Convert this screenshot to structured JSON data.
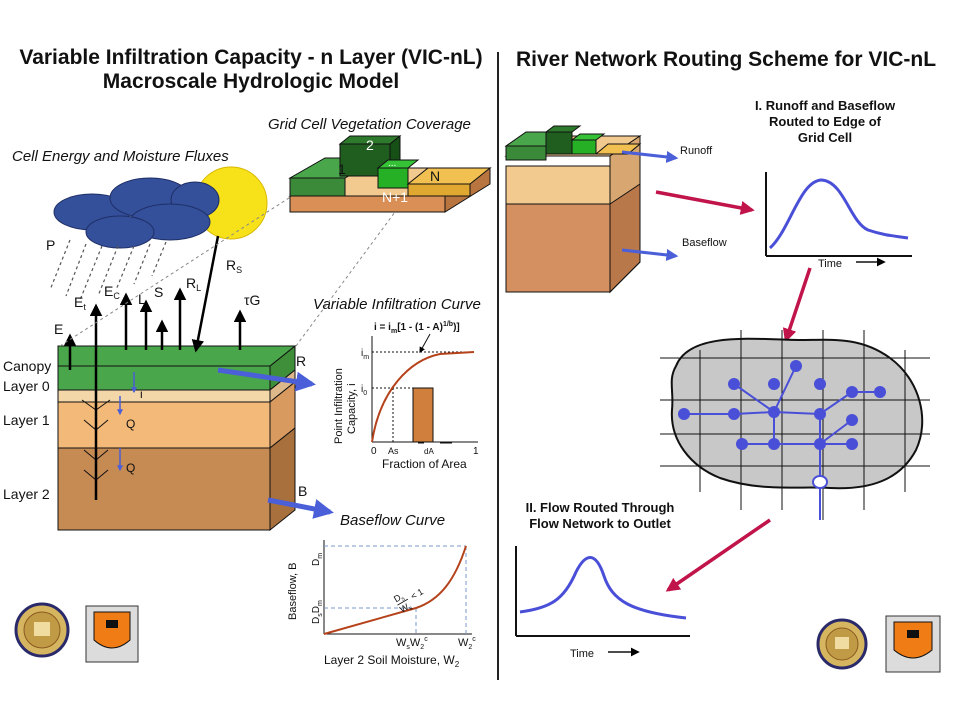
{
  "left_title": {
    "line1": "Variable Infiltration Capacity - n Layer (VIC-nL)",
    "line2": "Macroscale Hydrologic Model"
  },
  "right_title": "River Network Routing Scheme for VIC-nL",
  "left_panel": {
    "fluxes_heading": "Cell Energy and Moisture Fluxes",
    "vegetation_heading": "Grid Cell Vegetation Coverage",
    "vegetation_labels": {
      "tile_1": "1",
      "tile_2": "2",
      "tile_dots": "...",
      "tile_n": "N",
      "tile_n1": "N+1"
    },
    "flux_labels": {
      "precip": "P",
      "ec": "E",
      "ec_sub": "C",
      "et": "E",
      "et_sub": "t",
      "e": "E",
      "l": "L",
      "s": "S",
      "rl": "R",
      "rl_sub": "L",
      "rs": "R",
      "rs_sub": "S",
      "tg": "τG",
      "r": "R",
      "b": "B",
      "i": "i",
      "q1": "Q",
      "q2": "Q"
    },
    "layer_labels": [
      "Canopy",
      "Layer 0",
      "Layer 1",
      "Layer 2"
    ],
    "infiltration": {
      "heading": "Variable Infiltration Curve",
      "formula_a": "i = i",
      "formula_sub": "m",
      "formula_b": "[1 - (1 - A)",
      "formula_sup": "1/b",
      "formula_c": ")]",
      "y_label_1": "Point Infiltration",
      "y_label_2": "Capacity, i",
      "y_tick_im": "i",
      "y_tick_im_sub": "m",
      "y_tick_i0": "i",
      "y_tick_i0_sub": "0",
      "x_tick_0": "0",
      "x_tick_as": "As",
      "x_tick_da": "dA",
      "x_tick_1": "1",
      "x_label": "Fraction of Area"
    },
    "baseflow": {
      "heading": "Baseflow Curve",
      "y_label": "Baseflow, B",
      "dm": "D",
      "dm_sub": "m",
      "dsdm": "D",
      "dsdm_s": "s",
      "dsdm_d": "D",
      "dsdm_m": "m",
      "ratio_num": "D",
      "ratio_num_sub": "s",
      "ratio_lt": "< 1",
      "ratio_den": "W",
      "ratio_den_sub": "s",
      "x_tick_wsw2": "W",
      "x_tick_wsw2_s": "s",
      "x_tick_wsw2_w": "W",
      "x_tick_wsw2_2": "2",
      "x_tick_wsw2_c": "c",
      "x_tick_w2c": "W",
      "x_tick_w2c_2": "2",
      "x_tick_w2c_c": "c",
      "x_label": "Layer 2 Soil Moisture, W",
      "x_label_sub": "2"
    }
  },
  "right_panel": {
    "runoff_label": "Runoff",
    "baseflow_label": "Baseflow",
    "step1": [
      "I. Runoff and Baseflow",
      "Routed to Edge of",
      "Grid Cell"
    ],
    "step2": [
      "II. Flow Routed Through",
      "Flow Network to Outlet"
    ],
    "time_label_1": "Time",
    "time_label_2": "Time"
  },
  "colors": {
    "vegetation_green": "#3a9a3a",
    "soil_light": "#f2c98e",
    "soil_mid": "#efb470",
    "soil_dark": "#c98a52",
    "flux_arrow": "#4a5fd8",
    "route_arrow": "#c0144a",
    "curve_red": "#b5421a",
    "hydrograph": "#4a4fd8"
  },
  "icons": [
    "ucb-seal-icon",
    "princeton-shield-icon"
  ]
}
